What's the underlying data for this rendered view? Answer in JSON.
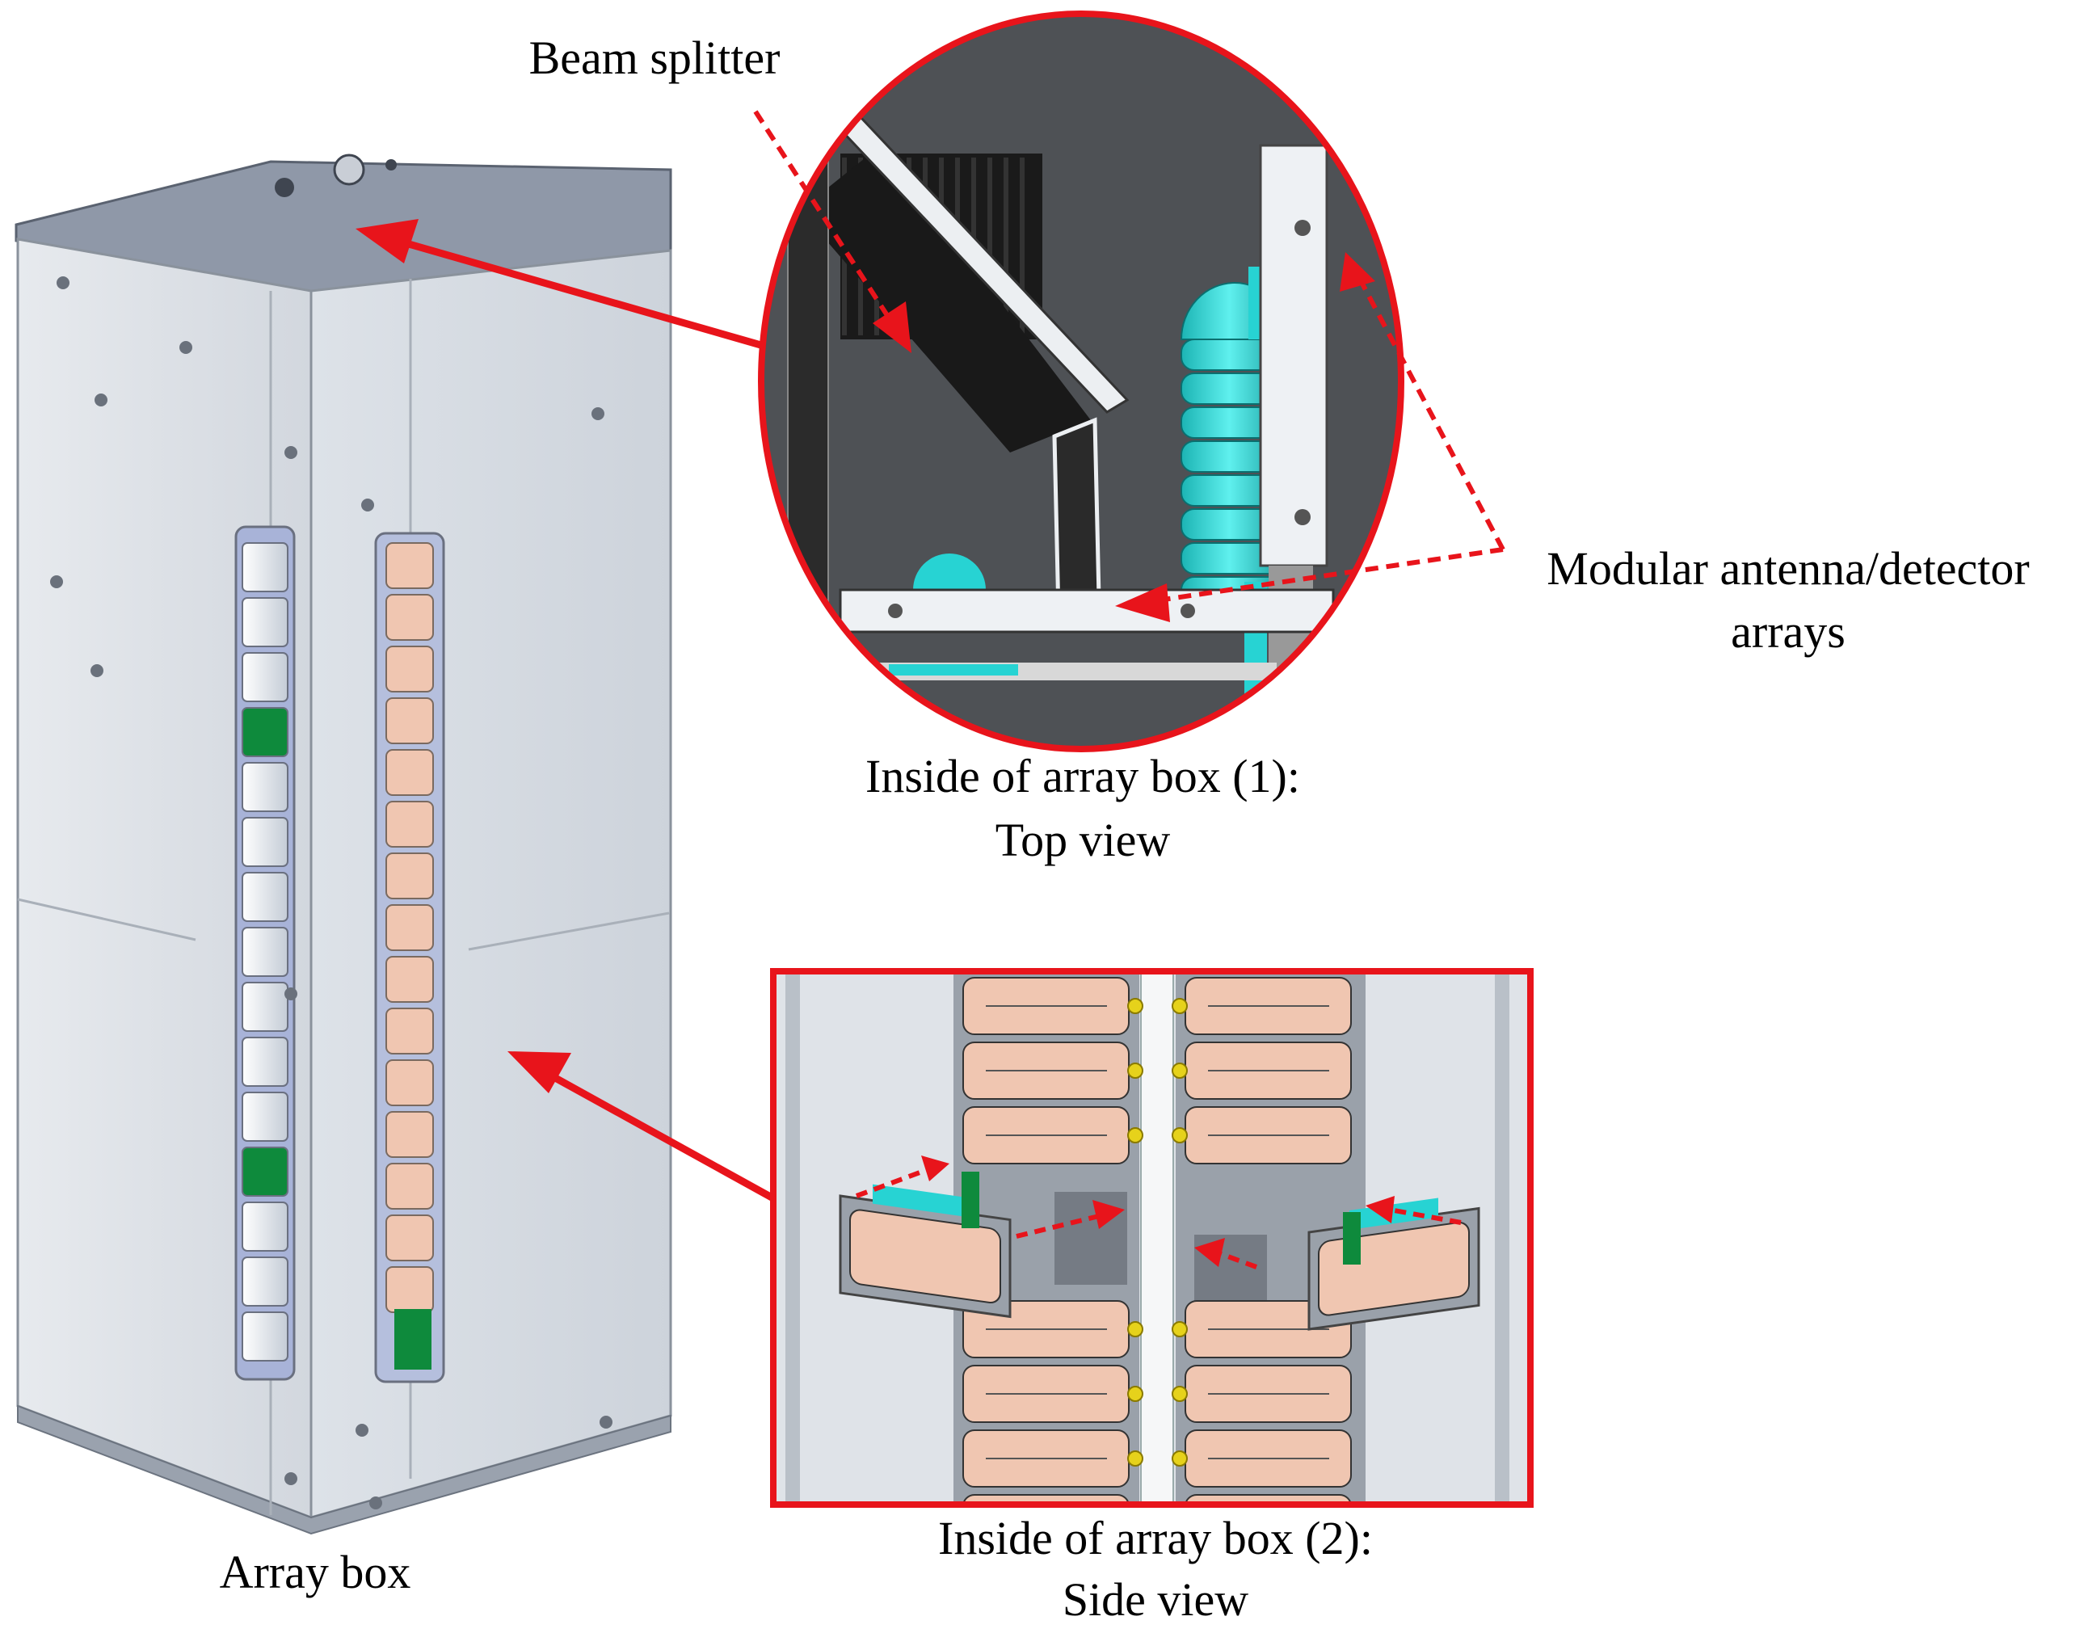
{
  "labels": {
    "beam_splitter": "Beam splitter",
    "modular_line1": "Modular antenna/detector",
    "modular_line2": "arrays",
    "top_view_line1": "Inside of array box (1):",
    "top_view_line2": "Top view",
    "array_box": "Array box",
    "side_view_line1": "Inside of array box (2):",
    "side_view_line2": "Side view"
  },
  "colors": {
    "callout_red": "#e8141b",
    "antenna_cyan": "#27d3d3",
    "module_peach": "#f0c6b1",
    "pcb_green": "#0e8a3c",
    "panel_gray": "#dde2e8",
    "top_plate": "#8f98a8"
  }
}
